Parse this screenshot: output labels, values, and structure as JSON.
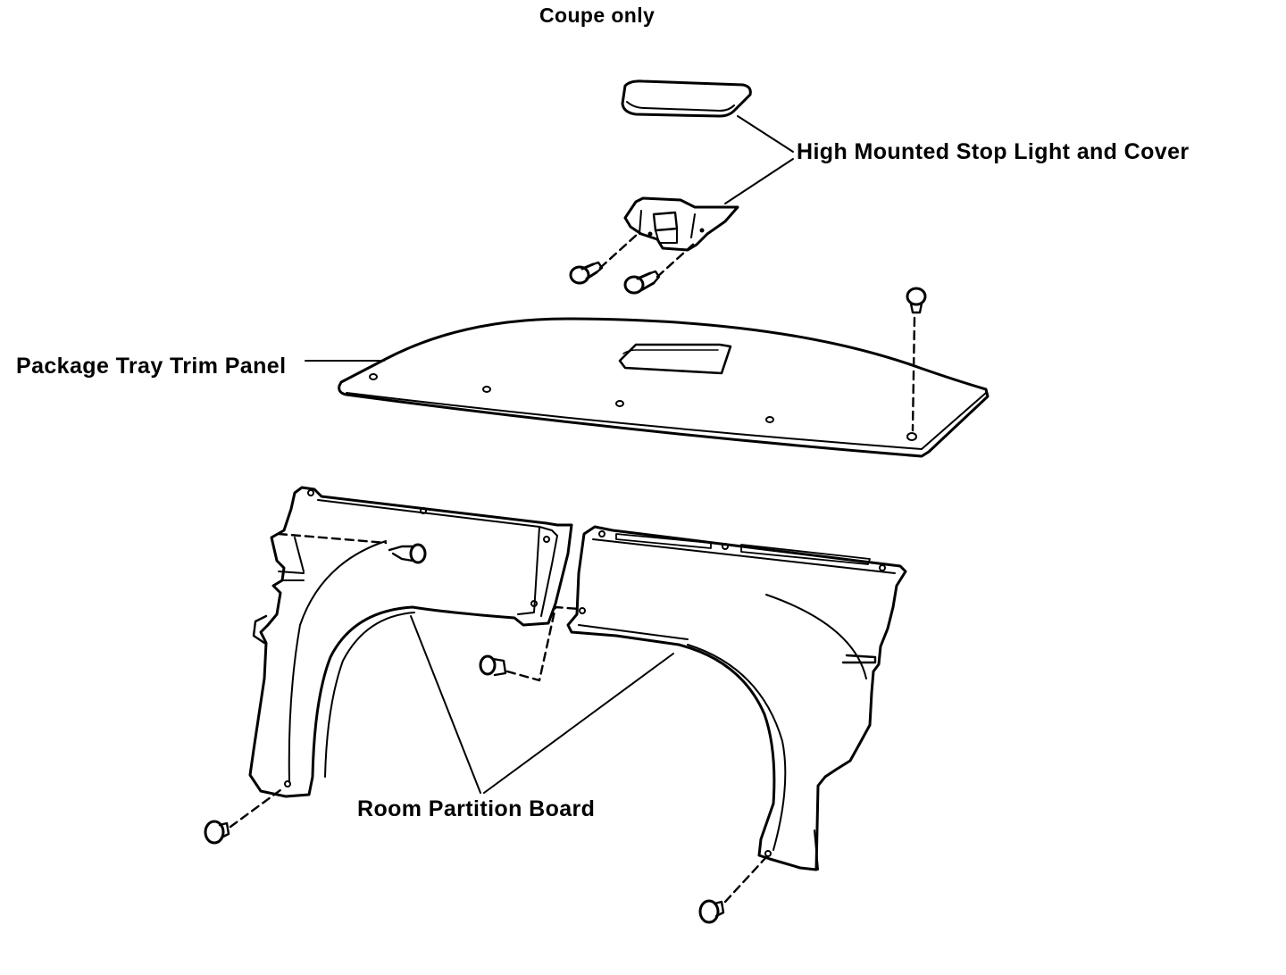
{
  "figure": {
    "caption": "Coupe only",
    "ink_color": "#000000",
    "background_color": "#ffffff"
  },
  "parts": {
    "stop_light": {
      "label": "High Mounted Stop Light and Cover"
    },
    "package_tray": {
      "label": "Package Tray Trim Panel"
    },
    "room_partition": {
      "label": "Room Partition Board"
    }
  }
}
